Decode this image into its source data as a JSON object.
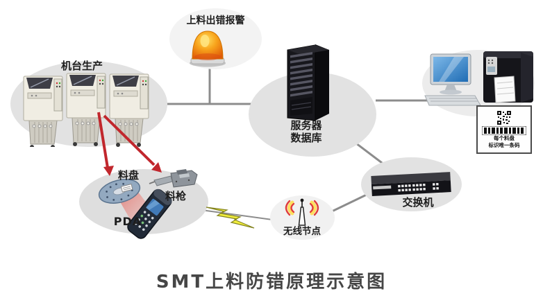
{
  "title": "SMT上料防错原理示意图",
  "nodes": {
    "machine": {
      "label": "机台生产"
    },
    "alarm": {
      "label": "上料出错报警"
    },
    "server": {
      "label1": "服务器",
      "label2": "数据库"
    },
    "workstation": {
      "card_line1": "每个料盘",
      "card_line2": "标识唯一条码"
    },
    "handheld": {
      "tray": "料盘",
      "gun": "料枪",
      "pda": "PDA"
    },
    "wireless": {
      "label": "无线节点"
    },
    "switch": {
      "label": "交换机"
    }
  },
  "colors": {
    "ellipse_gray": "#e2e2e2",
    "connector_gray": "#8c8c8c",
    "arrow_red": "#c1272d",
    "beacon_orange": "#f59300",
    "lightning_yellow": "#f2ee3e",
    "screen_blue": "#2f86cf",
    "title_text": "#464646"
  }
}
